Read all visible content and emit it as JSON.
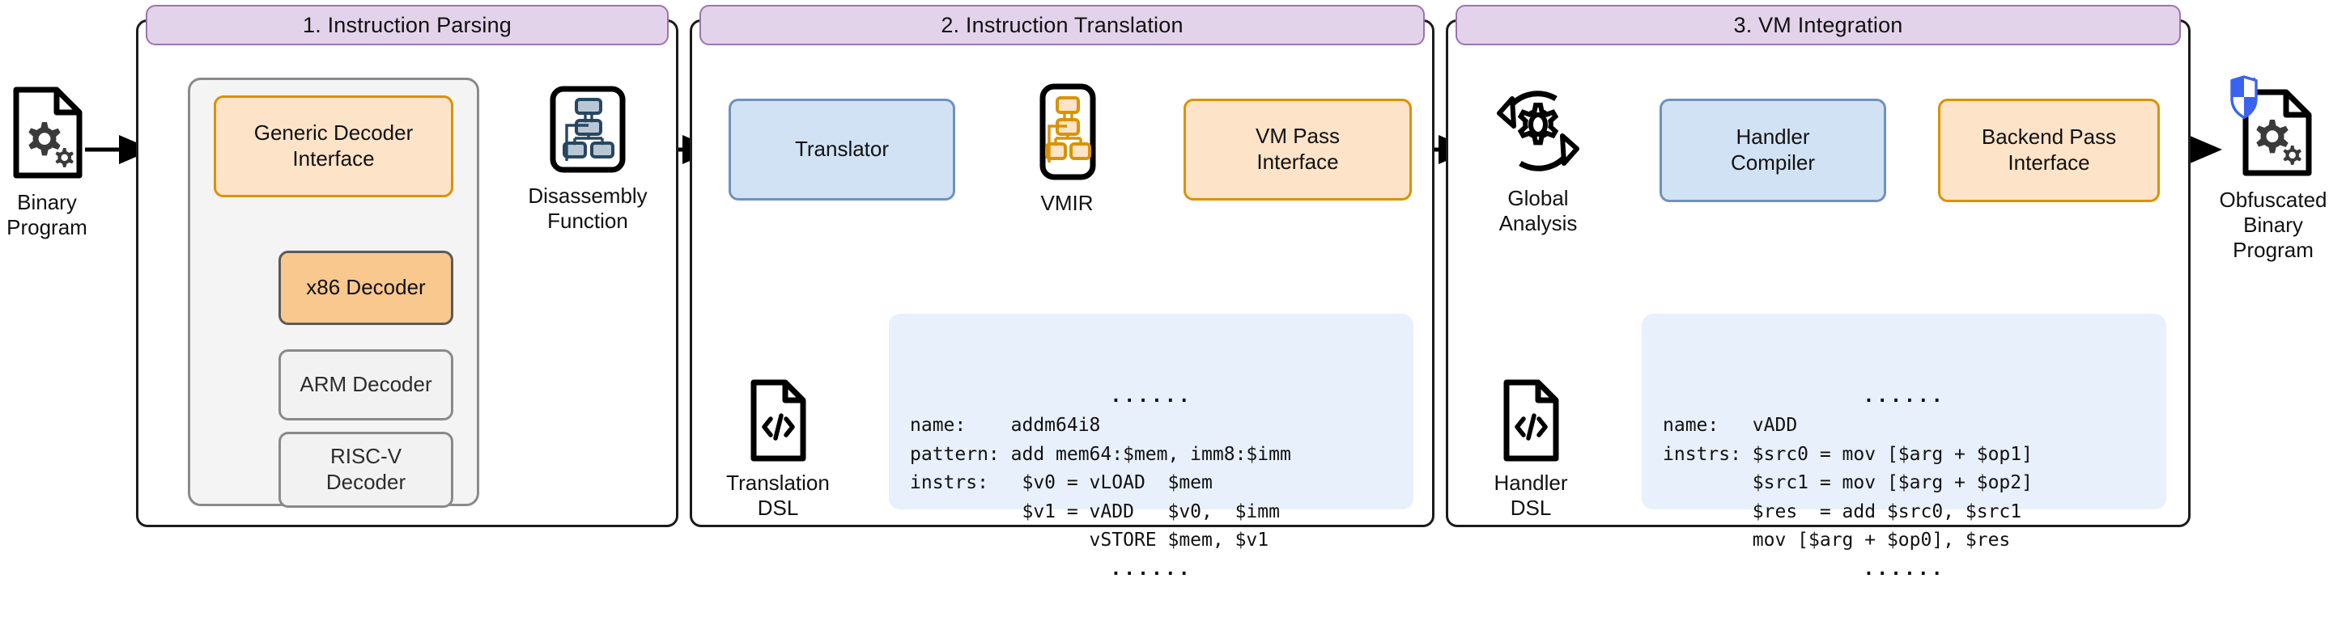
{
  "diagram": {
    "title": "VM-based binary obfuscation pipeline",
    "colors": {
      "panel_header_fill": "#e3d3ea",
      "panel_header_stroke": "#9a74ae",
      "interface_fill": "#fde3c8",
      "interface_stroke": "#d99300",
      "active_decoder_fill": "#f8c88e",
      "inactive_decoder_fill": "#f2f2f2",
      "component_fill": "#d2e2f5",
      "component_stroke": "#6f91bd",
      "code_card_fill": "#e7f0fb",
      "shield_blue": "#3a63f0"
    }
  },
  "input": {
    "icon": "binary-file-gears-icon",
    "label_line1": "Binary",
    "label_line2": "Program"
  },
  "output": {
    "icon": "shielded-file-gears-icon",
    "label_line1": "Obfuscated",
    "label_line2": "Binary",
    "label_line3": "Program"
  },
  "stages": [
    {
      "id": "instruction-parsing",
      "header": "1. Instruction Parsing",
      "decoder_group": {
        "interface": "Generic Decoder\nInterface",
        "interface_line1": "Generic Decoder",
        "interface_line2": "Interface",
        "decoders": [
          {
            "label": "x86 Decoder",
            "state": "active",
            "link": "solid"
          },
          {
            "label": "ARM Decoder",
            "state": "inactive",
            "link": "dashed"
          },
          {
            "label": "RISC-V\nDecoder",
            "state": "inactive",
            "link": "dashed"
          }
        ]
      },
      "artifact": {
        "icon": "control-flow-graph-icon",
        "label_line1": "Disassembly",
        "label_line2": "Function"
      }
    },
    {
      "id": "instruction-translation",
      "header": "2. Instruction Translation",
      "nodes": [
        {
          "label": "Translator",
          "style": "component"
        },
        {
          "label": "VM Pass\nInterface",
          "style": "interface"
        }
      ],
      "translator_label": "Translator",
      "vm_pass_line1": "VM Pass",
      "vm_pass_line2": "Interface",
      "artifact": {
        "icon": "vmir-graph-icon",
        "label": "VMIR"
      },
      "dsl": {
        "icon": "code-file-icon",
        "label_line1": "Translation",
        "label_line2": "DSL"
      },
      "code": {
        "top_dots": "......",
        "lines": [
          "name:    addm64i8",
          "pattern: add mem64:$mem, imm8:$imm",
          "instrs:   $v0 = vLOAD  $mem",
          "          $v1 = vADD   $v0,  $imm",
          "                vSTORE $mem, $v1"
        ],
        "bottom_dots": "......"
      }
    },
    {
      "id": "vm-integration",
      "header": "3. VM Integration",
      "analysis": {
        "icon": "global-analysis-gear-cycle-icon",
        "label_line1": "Global",
        "label_line2": "Analysis"
      },
      "nodes": [
        {
          "label": "Handler\nCompiler",
          "style": "component"
        },
        {
          "label": "Backend Pass\nInterface",
          "style": "interface"
        }
      ],
      "handler_line1": "Handler",
      "handler_line2": "Compiler",
      "backend_line1": "Backend Pass",
      "backend_line2": "Interface",
      "dsl": {
        "icon": "code-file-icon",
        "label_line1": "Handler",
        "label_line2": "DSL"
      },
      "code": {
        "top_dots": "......",
        "lines": [
          "name:   vADD",
          "instrs: $src0 = mov [$arg + $op1]",
          "        $src1 = mov [$arg + $op2]",
          "        $res  = add $src0, $src1",
          "        mov [$arg + $op0], $res"
        ],
        "bottom_dots": "......"
      }
    }
  ]
}
